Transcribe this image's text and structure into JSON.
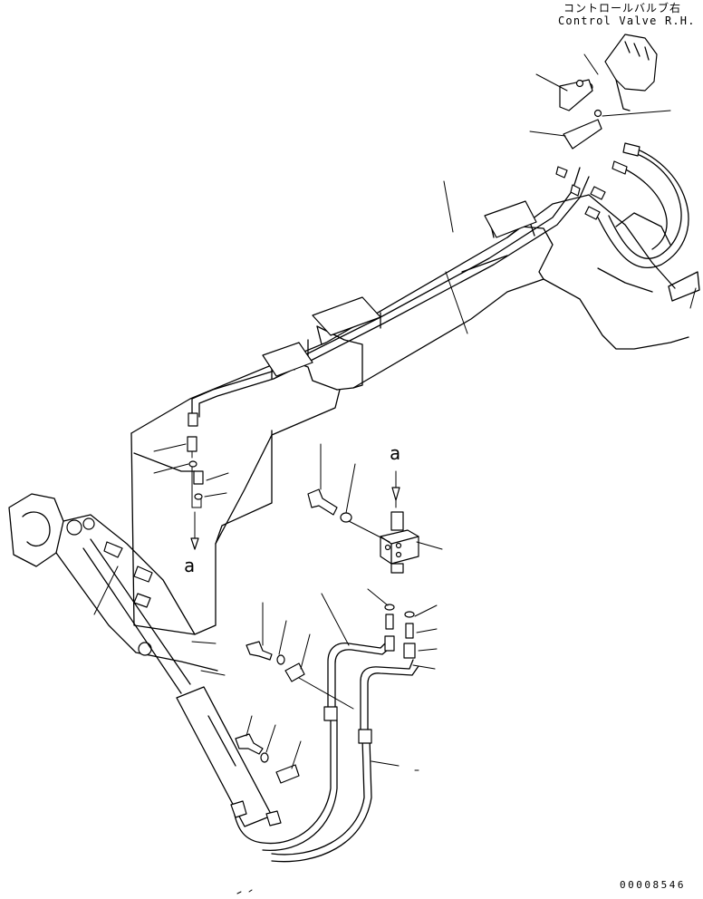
{
  "labels": {
    "valve_title_jp": "コントロールバルブ右",
    "valve_title_en": "Control Valve R.H.",
    "view_marker_top": "a",
    "view_marker_left": "a",
    "drawing_number": "00008546"
  }
}
